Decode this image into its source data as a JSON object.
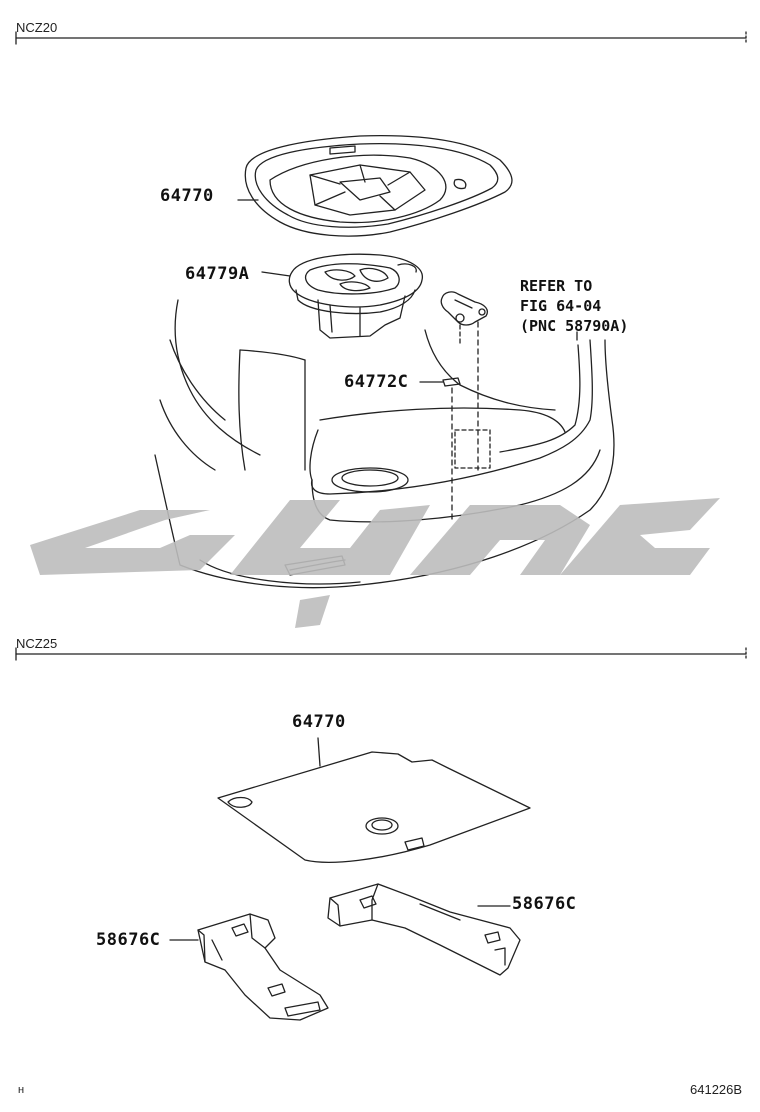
{
  "sections": [
    {
      "label": "NCZ20"
    },
    {
      "label": "NCZ25"
    }
  ],
  "parts_top": {
    "mat": "64770",
    "tray": "64779A",
    "clip": "64772C"
  },
  "refer": {
    "line1": "REFER TO",
    "line2": "FIG 64-04",
    "line3": "(PNC 58790A)"
  },
  "parts_bottom": {
    "mat": "64770",
    "support_right": "58676C",
    "support_left": "58676C"
  },
  "footer": {
    "mark": "ʜ",
    "code": "641226B"
  },
  "colors": {
    "line": "#222222",
    "watermark": "#bdbdbd"
  }
}
